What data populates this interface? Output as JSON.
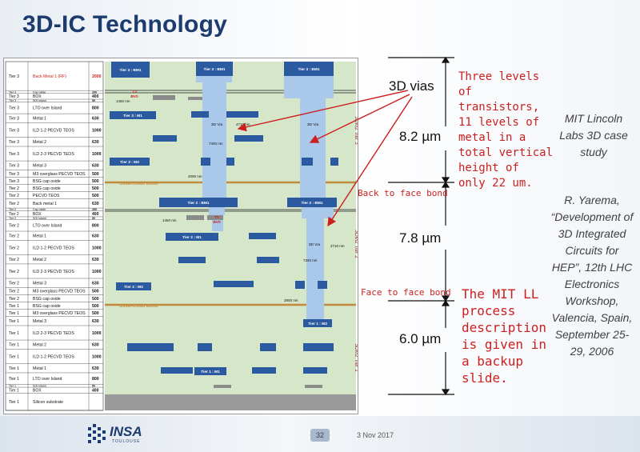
{
  "title": "3D-IC Technology",
  "layer_table": [
    {
      "tier": "Tier 3",
      "name": "Back Metal 1 (RF)",
      "thk": "2000",
      "red": true
    },
    {
      "tier": "Tier 3",
      "name": "Cap oxide",
      "thk": "200"
    },
    {
      "tier": "Tier 3",
      "name": "BOX",
      "thk": "400"
    },
    {
      "tier": "Tier 3",
      "name": "SOI Island",
      "thk": "50"
    },
    {
      "tier": "Tier 3",
      "name": "LTO over Island",
      "thk": "800"
    },
    {
      "tier": "Tier 3",
      "name": "Metal 1",
      "thk": "630"
    },
    {
      "tier": "Tier 3",
      "name": "ILD 1-2  PECVD TEOS",
      "thk": "1000"
    },
    {
      "tier": "Tier 3",
      "name": "Metal 2",
      "thk": "630"
    },
    {
      "tier": "Tier 3",
      "name": "ILD 2-3  PECVD TEOS",
      "thk": "1000"
    },
    {
      "tier": "Tier 3",
      "name": "Metal 3",
      "thk": "630"
    },
    {
      "tier": "Tier 3",
      "name": "M3 overglass  PECVD TEOS",
      "thk": "500"
    },
    {
      "tier": "Tier 3",
      "name": "BSG cap oxide",
      "thk": "500"
    },
    {
      "tier": "Tier 2",
      "name": "BSG cap oxide",
      "thk": "500"
    },
    {
      "tier": "Tier 2",
      "name": "PECVD TEOS",
      "thk": "500"
    },
    {
      "tier": "Tier 2",
      "name": "Back metal 1",
      "thk": "630"
    },
    {
      "tier": "Tier 2",
      "name": "Cap oxide",
      "thk": "200"
    },
    {
      "tier": "Tier 2",
      "name": "BOX",
      "thk": "400"
    },
    {
      "tier": "Tier 2",
      "name": "SOI Island",
      "thk": "50"
    },
    {
      "tier": "Tier 2",
      "name": "LTO over Island",
      "thk": "800"
    },
    {
      "tier": "Tier 2",
      "name": "Metal 1",
      "thk": "630"
    },
    {
      "tier": "Tier 2",
      "name": "ILD 1-2  PECVD TEOS",
      "thk": "1000"
    },
    {
      "tier": "Tier 2",
      "name": "Metal 2",
      "thk": "630"
    },
    {
      "tier": "Tier 2",
      "name": "ILD 2-3  PECVD TEOS",
      "thk": "1000"
    },
    {
      "tier": "Tier 2",
      "name": "Metal 3",
      "thk": "630"
    },
    {
      "tier": "Tier 2",
      "name": "M3 overglass  PECVD TEOS",
      "thk": "500"
    },
    {
      "tier": "Tier 2",
      "name": "BSG cap oxide",
      "thk": "500"
    },
    {
      "tier": "Tier 1",
      "name": "BSG cap oxide",
      "thk": "500"
    },
    {
      "tier": "Tier 1",
      "name": "M3 overglass  PECVD TEOS",
      "thk": "500"
    },
    {
      "tier": "Tier 1",
      "name": "Metal 3",
      "thk": "630"
    },
    {
      "tier": "Tier 1",
      "name": "ILD 2-3  PECVD TEOS",
      "thk": "1000"
    },
    {
      "tier": "Tier 1",
      "name": "Metal 2",
      "thk": "630"
    },
    {
      "tier": "Tier 1",
      "name": "ILD 1-2  PECVD TEOS",
      "thk": "1000"
    },
    {
      "tier": "Tier 1",
      "name": "Metal 1",
      "thk": "630"
    },
    {
      "tier": "Tier 1",
      "name": "LTO over Island",
      "thk": "800"
    },
    {
      "tier": "Tier 1",
      "name": "SOI Island",
      "thk": "50"
    },
    {
      "tier": "Tier 1",
      "name": "BOX",
      "thk": "400"
    },
    {
      "tier": "Tier 1",
      "name": "Silicon substrate",
      "thk": ""
    }
  ],
  "diagram": {
    "tier3_bm1": "Tier 3 : BM1",
    "tier3_m1": "Tier 3 : M1",
    "tier3_m3": "Tier 3 : M3",
    "tier2_bm1": "Tier 2 : BM1",
    "tier2_m1": "Tier 2 : M1",
    "tier2_m3": "Tier 2 : M3",
    "tier1_m1": "Tier 1 : M1",
    "tier1_m3": "Tier 1 : M3",
    "via": "3D Via",
    "t3_bv0": "T3\nBV0",
    "t2_bv0": "T2\nBV0",
    "bond": "Oxide-Oxide Bond",
    "dim_1450": "1450 nm",
    "dim_2000": "2000 nm",
    "dim_4710": "4710 nm",
    "dim_7340": "7340 nm",
    "dim_2800": "2800 nm",
    "side_tier3": "3DM2 Tier 3",
    "side_tier2": "3DM2 Tier 2",
    "side_tier1": "3DM2 Tier 1"
  },
  "annotations": {
    "vias": "3D vias",
    "dim_top": "8.2 µm",
    "dim_mid": "7.8 µm",
    "dim_bot": "6.0 µm",
    "levels_note": [
      "Three levels",
      "of transistors,",
      "11 levels of",
      "metal in a",
      "total vertical",
      "height of",
      "only 22 um."
    ],
    "back_bond": "Back to face bond",
    "face_bond": "Face to face bond",
    "mitll_note": [
      "The MIT LL",
      "process",
      "description",
      "is given in",
      "a backup",
      "slide."
    ]
  },
  "side_notes": {
    "case_study": [
      "MIT Lincoln",
      "Labs 3D case",
      "study"
    ],
    "reference": [
      "R. Yarema,",
      "“Development of",
      "3D Integrated",
      "Circuits for",
      "HEP”, 12th LHC",
      "Electronics",
      "Workshop,",
      "Valencia, Spain,",
      "September 25-",
      "29, 2006"
    ]
  },
  "footer": {
    "logo": "INSA",
    "logo_sub": "TOULOUSE",
    "page": "32",
    "date": "3 Nov 2017"
  },
  "colors": {
    "title": "#1c3b6e",
    "diagram_bg": "#d6e6c9",
    "via": "#a9c8ea",
    "metal": "#2c5aa0",
    "bond": "#c28a3d",
    "red": "#cc1f1f"
  }
}
